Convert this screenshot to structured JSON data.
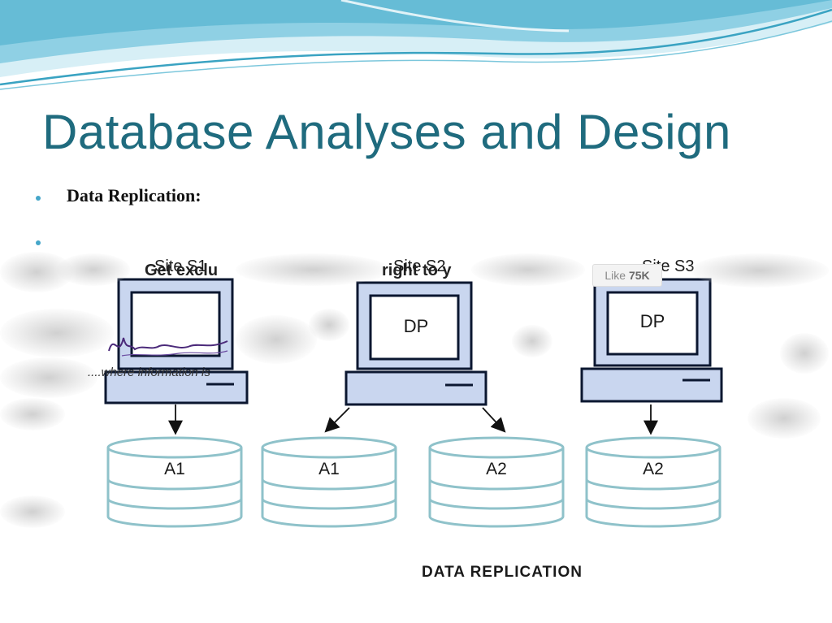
{
  "slide": {
    "title": "Database Analyses and Design",
    "bullets": [
      "Data Replication:",
      ""
    ]
  },
  "diagram": {
    "sites": [
      {
        "label": "Site S1",
        "screen": ""
      },
      {
        "label": "Site S2",
        "screen": "DP"
      },
      {
        "label": "Site S3",
        "screen": "DP"
      }
    ],
    "databases": [
      "A1",
      "A1",
      "A2",
      "A2"
    ],
    "caption": "DATA REPLICATION"
  },
  "overlays": {
    "like_label": "Like",
    "like_count": "75K",
    "exclusive_text_left": "Get exclu",
    "exclusive_text_right": "right to y",
    "where_text": "....where information is"
  },
  "colors": {
    "title": "#1f6b7e",
    "bullet": "#45a6c9",
    "computer_fill": "#c9d6ef",
    "computer_stroke": "#0b1730",
    "database_stroke": "#8fc2ca",
    "wave_light": "#a8dcea",
    "wave_dark": "#3aa3c2"
  },
  "icons": [
    "computer-icon",
    "database-icon",
    "arrow-icon"
  ]
}
